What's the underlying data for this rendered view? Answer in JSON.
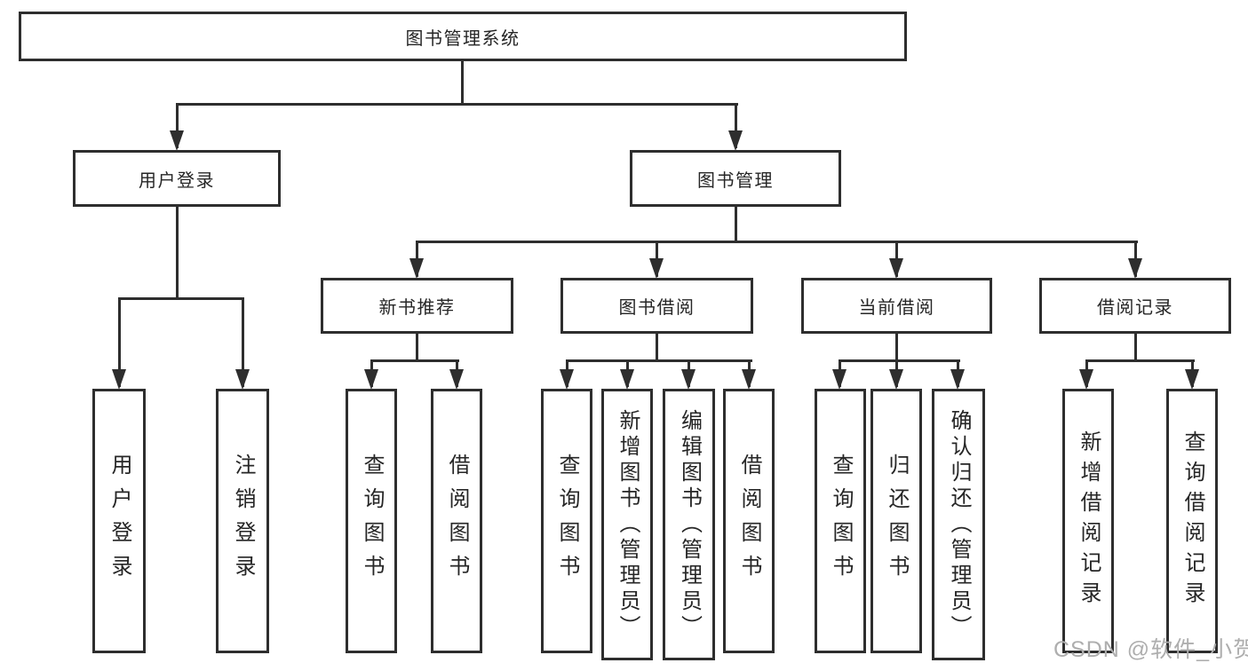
{
  "diagram": {
    "root": {
      "label": "图书管理系统"
    },
    "level2": [
      {
        "label": "用户登录"
      },
      {
        "label": "图书管理"
      }
    ],
    "level3": [
      {
        "label": "新书推荐"
      },
      {
        "label": "图书借阅"
      },
      {
        "label": "当前借阅"
      },
      {
        "label": "借阅记录"
      }
    ],
    "leaves": [
      {
        "label": "用户登录"
      },
      {
        "label": "注销登录"
      },
      {
        "label": "查询图书"
      },
      {
        "label": "借阅图书"
      },
      {
        "label": "查询图书"
      },
      {
        "label": "新增图书（管理员）"
      },
      {
        "label": "编辑图书（管理员）"
      },
      {
        "label": "借阅图书"
      },
      {
        "label": "查询图书"
      },
      {
        "label": "归还图书"
      },
      {
        "label": "确认归还（管理员）"
      },
      {
        "label": "新增借阅记录"
      },
      {
        "label": "查询借阅记录"
      }
    ]
  },
  "watermark": {
    "text": "CSDN @软件_小贺同学"
  },
  "colors": {
    "line": "#2e2e2e",
    "text": "#262626",
    "watermark": "#aeaeae",
    "background": "#ffffff"
  }
}
